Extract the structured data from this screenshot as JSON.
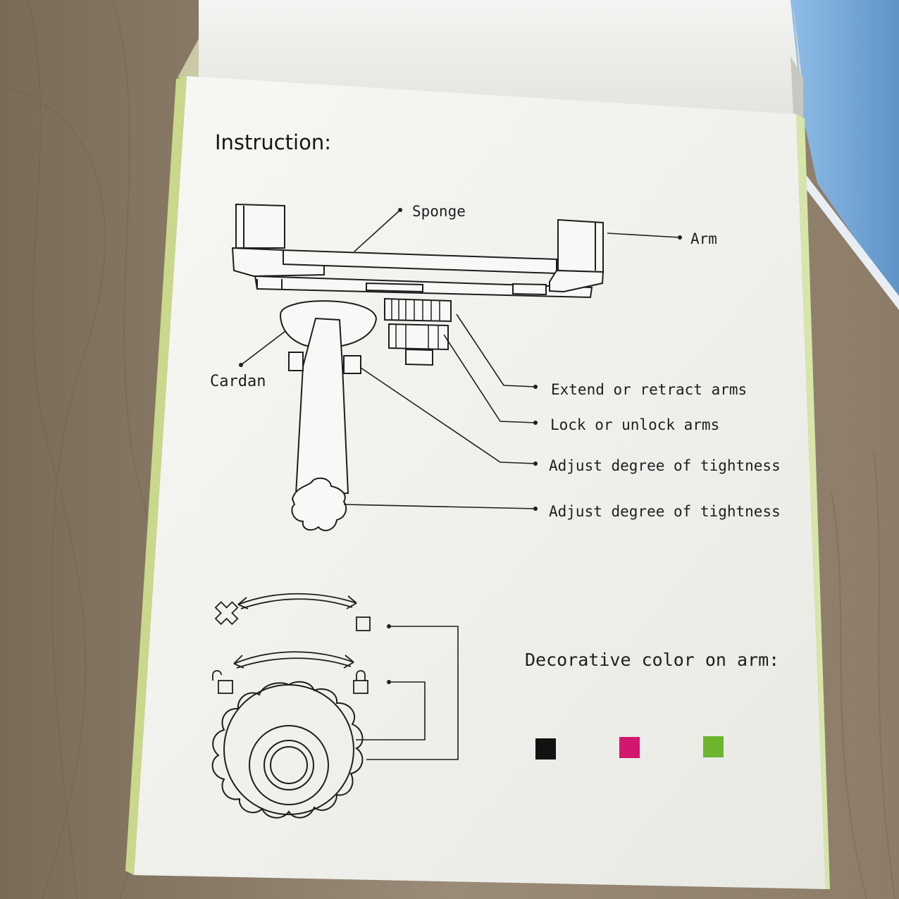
{
  "heading": "Instruction:",
  "labels": {
    "sponge": "Sponge",
    "arm": "Arm",
    "cardan": "Cardan",
    "extend": "Extend or retract arms",
    "lock": "Lock or unlock arms",
    "adjust1": "Adjust degree of tightness",
    "adjust2": "Adjust degree of tightness"
  },
  "decorative": {
    "title": "Decorative color on arm:",
    "swatches": [
      {
        "name": "black",
        "color": "#121212"
      },
      {
        "name": "pink",
        "color": "#d3166e"
      },
      {
        "name": "green",
        "color": "#6cb52c"
      }
    ]
  },
  "icons": [
    "cross-arrows-icon",
    "square-icon",
    "unlocked-padlock-icon",
    "locked-padlock-icon",
    "gear-knob-icon"
  ],
  "colors": {
    "table": "#8a7a66",
    "box": "#f4f4f1",
    "blue_book": "#7aaedd",
    "line": "#1e1e1e"
  }
}
